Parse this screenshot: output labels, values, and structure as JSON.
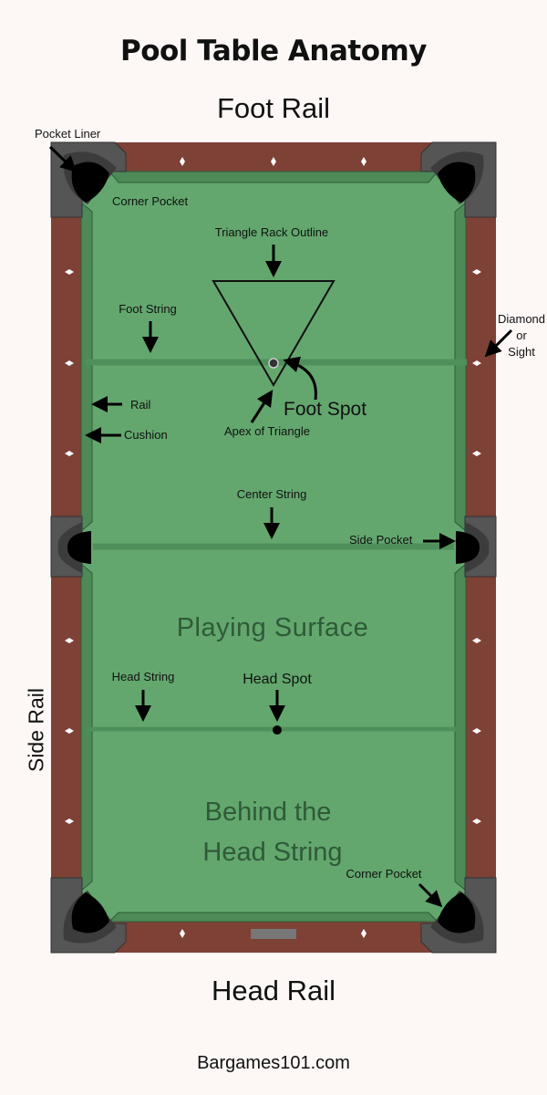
{
  "title": "Pool Table Anatomy",
  "rails": {
    "foot": "Foot Rail",
    "head": "Head Rail",
    "side": "Side Rail"
  },
  "labels": {
    "pocket_liner": "Pocket Liner",
    "corner_pocket_top": "Corner Pocket",
    "triangle_rack": "Triangle Rack Outline",
    "foot_string": "Foot String",
    "diamond": "Diamond",
    "diamond_or": "or",
    "diamond_sight": "Sight",
    "rail": "Rail",
    "cushion": "Cushion",
    "foot_spot": "Foot Spot",
    "apex": "Apex of Triangle",
    "center_string": "Center String",
    "side_pocket": "Side Pocket",
    "playing_surface": "Playing Surface",
    "head_string": "Head String",
    "head_spot": "Head Spot",
    "behind_line1": "Behind the",
    "behind_line2": "Head String",
    "corner_pocket_bottom": "Corner Pocket"
  },
  "footer": "Bargames101.com",
  "colors": {
    "rail": "#7d4136",
    "felt": "#63a76e",
    "cushion": "#4d8a58",
    "pocket_frame": "#5a5a5a",
    "string_line": "#4f8f5c"
  }
}
